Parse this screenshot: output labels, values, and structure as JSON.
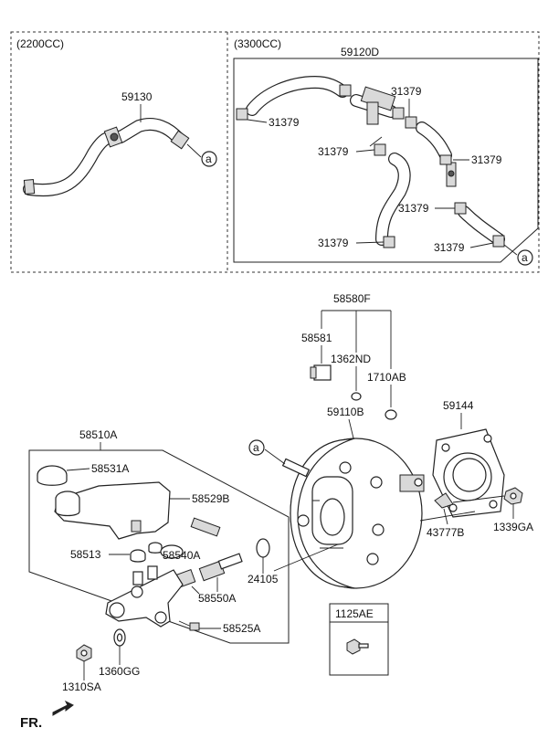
{
  "sections": {
    "left_engine": "(2200CC)",
    "right_engine": "(3300CC)"
  },
  "labels": {
    "hose_2200": "59130",
    "hose_3300": "59120D",
    "clamp_a": "31379",
    "clamp_b": "31379",
    "clamp_c": "31379",
    "clamp_d": "31379",
    "clamp_e": "31379",
    "clamp_f": "31379",
    "clamp_g": "31379",
    "kit": "58580F",
    "valve": "58581",
    "grommet": "1362ND",
    "oring_top": "1710AB",
    "booster": "59110B",
    "gasket": "59144",
    "bracket": "43777B",
    "nut_booster": "1339GA",
    "master_cyl": "58510A",
    "cap": "58531A",
    "reservoir": "58529B",
    "seal": "58513",
    "cup": "58540A",
    "oring_rod": "24105",
    "piston": "58550A",
    "bleeder": "58525A",
    "washer": "1360GG",
    "nut_mc": "1310SA",
    "bolt_box": "1125AE",
    "connector": "a",
    "front": "FR."
  }
}
